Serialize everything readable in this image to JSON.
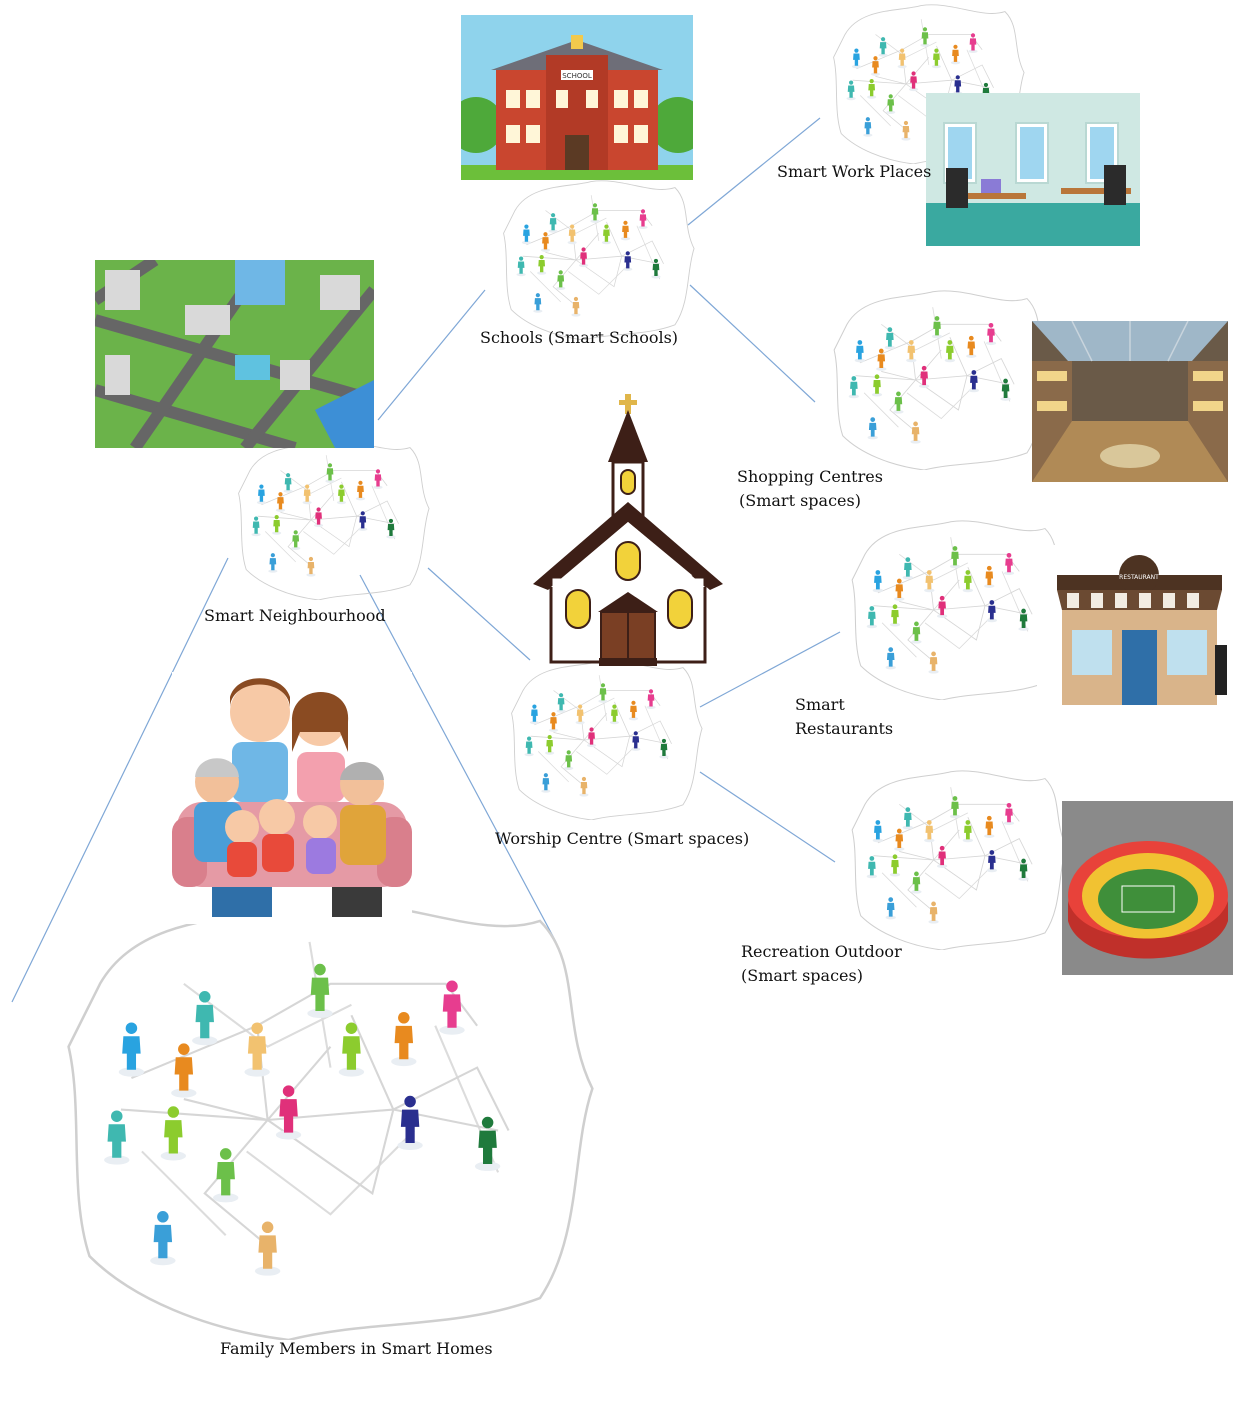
{
  "labels": {
    "schools": "Schools (Smart Schools)",
    "work": "Smart Work Places",
    "shopping_1": "Shopping Centres",
    "shopping_2": "(Smart spaces)",
    "restaurants_1": "Smart",
    "restaurants_2": "Restaurants",
    "recreation_1": "Recreation Outdoor",
    "recreation_2": "(Smart spaces)",
    "worship": "Worship Centre (Smart spaces)",
    "neighbourhood": "Smart Neighbourhood",
    "family": "Family Members in Smart Homes"
  },
  "image_text": {
    "school_sign": "SCHOOL",
    "restaurant_sign": "RESTAURANT"
  },
  "colors": {
    "connector": "#7fa7d6",
    "people": [
      "#29a3e0",
      "#3fb8b0",
      "#e88a1f",
      "#f2c270",
      "#8ccc2e",
      "#e0307a",
      "#e73d8f",
      "#2a2f8f",
      "#1f7a3c",
      "#6cc04a",
      "#e8b36a",
      "#3a9fd8"
    ]
  },
  "icons": [
    "school-image",
    "office-image",
    "mall-image",
    "restaurant-image",
    "stadium-image",
    "city-image",
    "family-image",
    "church-icon",
    "people-network-icon"
  ]
}
